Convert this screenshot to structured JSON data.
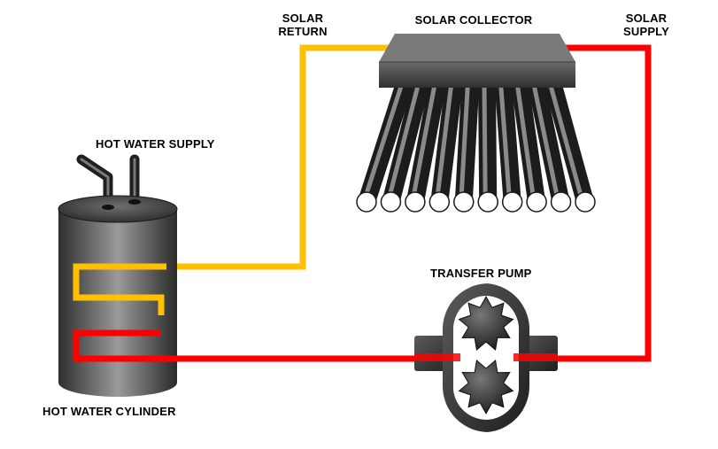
{
  "labels": {
    "solar_return": [
      "SOLAR",
      "RETURN"
    ],
    "solar_collector": "SOLAR COLLECTOR",
    "solar_supply": [
      "SOLAR",
      "SUPPLY"
    ],
    "hot_water_supply": "HOT WATER SUPPLY",
    "transfer_pump": "TRANSFER PUMP",
    "hot_water_cylinder": "HOT WATER CYLINDER"
  },
  "colors": {
    "hot_pipe": "#ff0000",
    "cold_pipe": "#ffc000",
    "equipment_dark": "#2a2a2a",
    "equipment_light": "#8c8c8c",
    "background": "#ffffff"
  },
  "collector": {
    "tube_count": 10
  }
}
